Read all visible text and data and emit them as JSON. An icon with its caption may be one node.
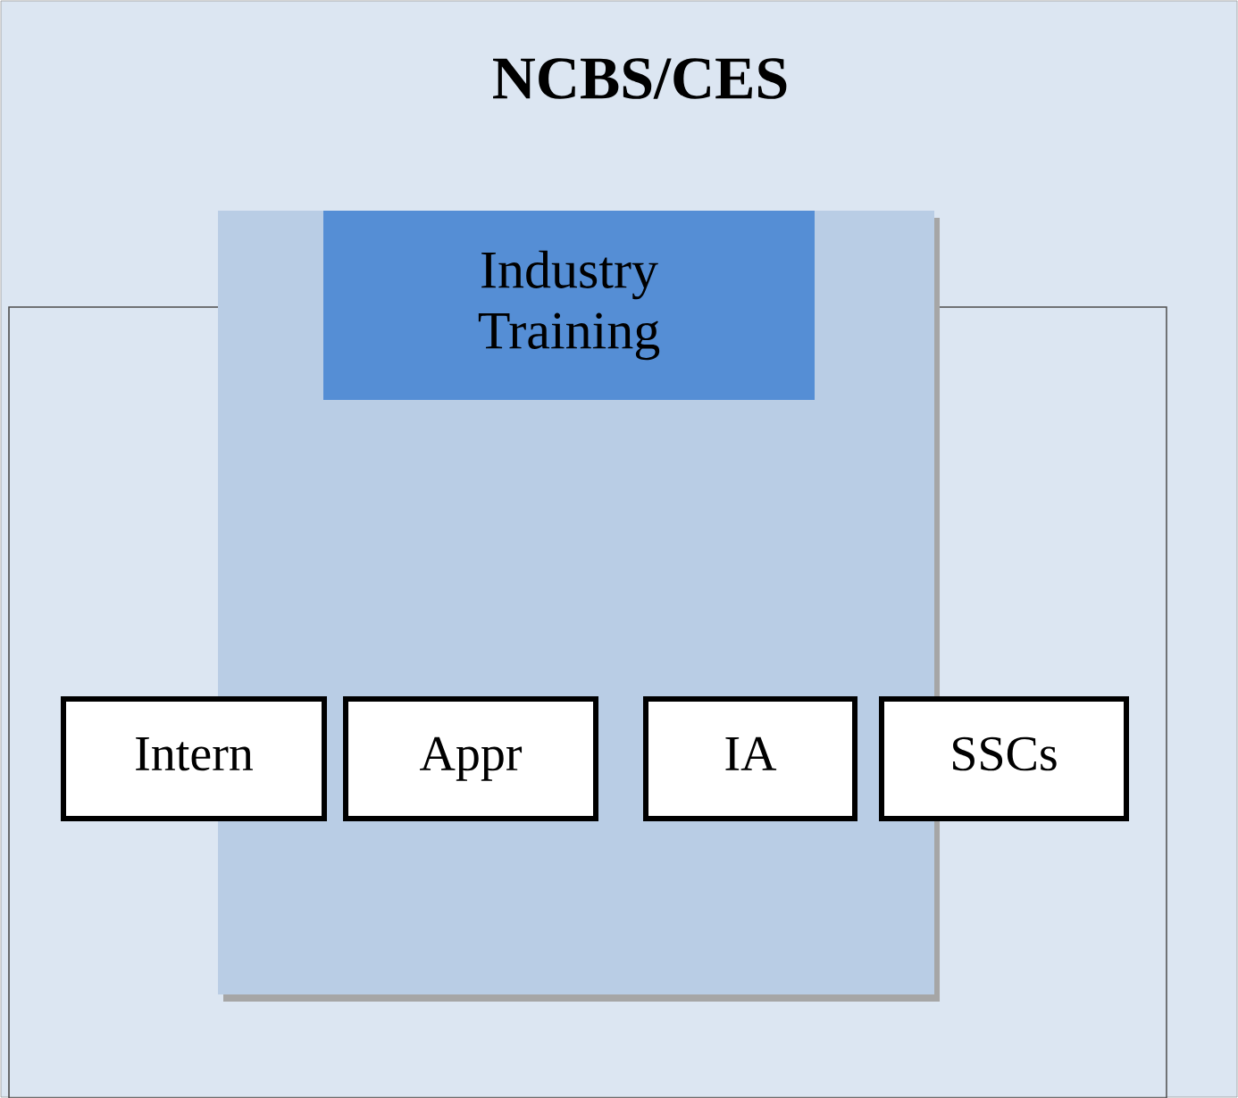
{
  "diagram": {
    "nodes": [
      {
        "text": [
          "NCBS/CES"
        ]
      },
      {
        "text": [],
        "shape": "box",
        "in": 0
      },
      {
        "text": [],
        "shape": "box",
        "in": 0
      },
      {
        "text": [
          "Industry Training"
        ],
        "in": 2
      },
      {
        "text": [
          "Intern"
        ],
        "in": 1
      },
      {
        "text": [
          "Appr"
        ],
        "in": 2
      },
      {
        "text": [
          "IA"
        ],
        "in": 2
      },
      {
        "text": [
          "SSCs"
        ],
        "in": 1
      }
    ]
  }
}
